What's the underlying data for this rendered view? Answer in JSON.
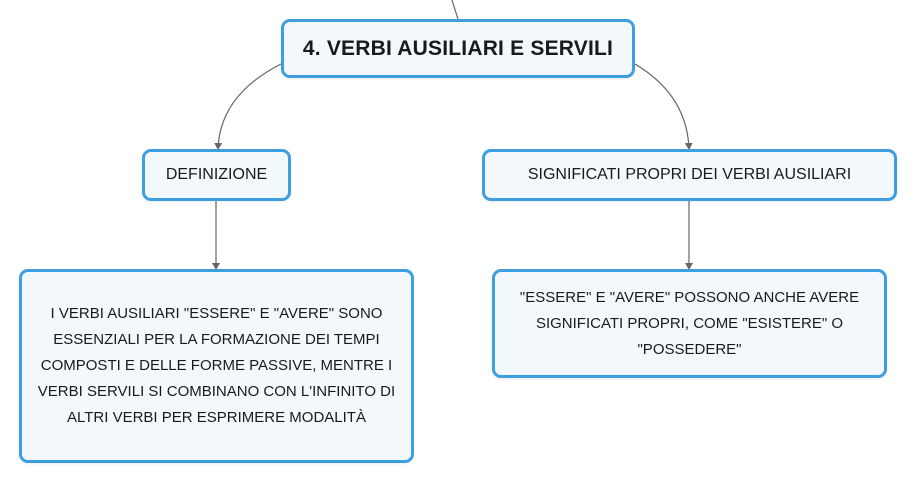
{
  "root": {
    "title": "4. VERBI AUSILIARI E SERVILI"
  },
  "branches": [
    {
      "label": "DEFINIZIONE",
      "detail": "I VERBI AUSILIARI \"ESSERE\" E \"AVERE\" SONO ESSENZIALI PER LA FORMAZIONE DEI TEMPI COMPOSTI E DELLE FORME PASSIVE, MENTRE I VERBI SERVILI SI COMBINANO CON L'INFINITO DI ALTRI VERBI PER ESPRIMERE MODALITÀ"
    },
    {
      "label": "SIGNIFICATI PROPRI DEI VERBI AUSILIARI",
      "detail": "\"ESSERE\" E \"AVERE\" POSSONO ANCHE AVERE SIGNIFICATI PROPRI, COME \"ESISTERE\" O \"POSSEDERE\""
    }
  ],
  "colors": {
    "node_border": "#3d9ee0",
    "node_fill": "#f2f8fc",
    "connector": "#666666",
    "text": "#1a1a1a"
  }
}
